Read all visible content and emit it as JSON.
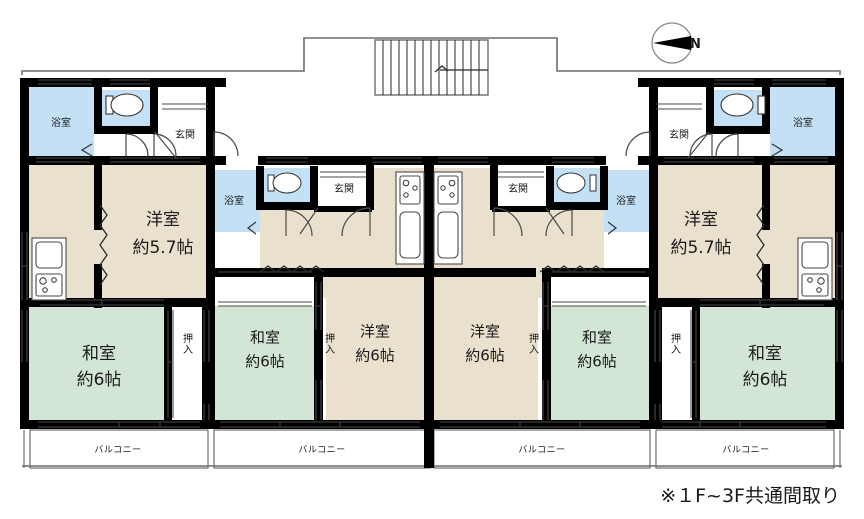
{
  "figure": {
    "kind": "japanese-apartment-floor-plan",
    "note": "※１F~3F共通間取り",
    "compass": {
      "label": "N",
      "direction": "right"
    }
  },
  "colors": {
    "wall": "#000000",
    "thin_wall": "#555555",
    "room_western": "#e9e0cd",
    "room_japanese": "#d3e6d5",
    "room_bath": "#c3e0f5",
    "room_plain": "#ffffff",
    "text": "#1a1a1a",
    "background": "#ffffff"
  },
  "legend": {
    "washitsu": "和室",
    "yoshitsu": "洋室",
    "yokushitsu": "浴室",
    "genkan": "玄関",
    "oshiire": "押入",
    "balcony": "バルコニー"
  },
  "units": [
    {
      "id": "unit-1",
      "position": "far-left",
      "rooms": [
        {
          "name": "浴室",
          "type": "bath",
          "size": ""
        },
        {
          "name": "玄関",
          "type": "entrance",
          "size": ""
        },
        {
          "name": "洋室",
          "type": "western",
          "size": "約5.7帖"
        },
        {
          "name": "和室",
          "type": "japanese",
          "size": "約6帖"
        },
        {
          "name": "押入",
          "type": "closet",
          "size": ""
        },
        {
          "name": "バルコニー",
          "type": "balcony",
          "size": ""
        }
      ]
    },
    {
      "id": "unit-2",
      "position": "center-left",
      "rooms": [
        {
          "name": "浴室",
          "type": "bath",
          "size": ""
        },
        {
          "name": "玄関",
          "type": "entrance",
          "size": ""
        },
        {
          "name": "押入",
          "type": "closet",
          "size": ""
        },
        {
          "name": "和室",
          "type": "japanese",
          "size": "約6帖"
        },
        {
          "name": "洋室",
          "type": "western",
          "size": "約6帖"
        },
        {
          "name": "バルコニー",
          "type": "balcony",
          "size": ""
        }
      ]
    },
    {
      "id": "unit-3",
      "position": "center-right",
      "rooms": [
        {
          "name": "浴室",
          "type": "bath",
          "size": ""
        },
        {
          "name": "玄関",
          "type": "entrance",
          "size": ""
        },
        {
          "name": "押入",
          "type": "closet",
          "size": ""
        },
        {
          "name": "和室",
          "type": "japanese",
          "size": "約6帖"
        },
        {
          "name": "洋室",
          "type": "western",
          "size": "約6帖"
        },
        {
          "name": "バルコニー",
          "type": "balcony",
          "size": ""
        }
      ]
    },
    {
      "id": "unit-4",
      "position": "far-right",
      "rooms": [
        {
          "name": "浴室",
          "type": "bath",
          "size": ""
        },
        {
          "name": "玄関",
          "type": "entrance",
          "size": ""
        },
        {
          "name": "洋室",
          "type": "western",
          "size": "約5.7帖"
        },
        {
          "name": "和室",
          "type": "japanese",
          "size": "約6帖"
        },
        {
          "name": "押入",
          "type": "closet",
          "size": ""
        },
        {
          "name": "バルコニー",
          "type": "balcony",
          "size": ""
        }
      ]
    }
  ],
  "labels": {
    "u1_bath": "浴室",
    "u1_genkan": "玄関",
    "u1_yoshitsu": "洋室",
    "u1_yoshitsu_size": "約5.7帖",
    "u1_washitsu": "和室",
    "u1_washitsu_size": "約6帖",
    "u1_oshiire": "押入",
    "u1_balcony": "バルコニー",
    "u2_bath": "浴室",
    "u2_genkan": "玄関",
    "u2_oshiire": "押入",
    "u2_washitsu": "和室",
    "u2_washitsu_size": "約6帖",
    "u2_yoshitsu": "洋室",
    "u2_yoshitsu_size": "約6帖",
    "u2_balcony": "バルコニー",
    "u3_bath": "浴室",
    "u3_genkan": "玄関",
    "u3_oshiire": "押入",
    "u3_washitsu": "和室",
    "u3_washitsu_size": "約6帖",
    "u3_yoshitsu": "洋室",
    "u3_yoshitsu_size": "約6帖",
    "u3_balcony": "バルコニー",
    "u4_bath": "浴室",
    "u4_genkan": "玄関",
    "u4_yoshitsu": "洋室",
    "u4_yoshitsu_size": "約5.7帖",
    "u4_washitsu": "和室",
    "u4_washitsu_size": "約6帖",
    "u4_oshiire": "押入",
    "u4_balcony": "バルコニー"
  }
}
